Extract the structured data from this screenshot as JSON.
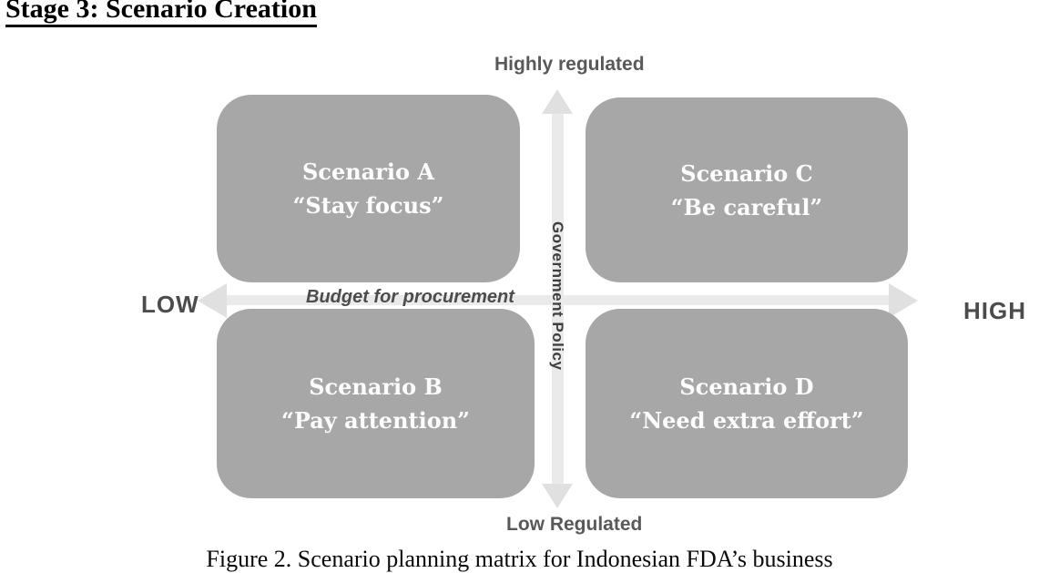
{
  "page": {
    "title": "Stage 3: Scenario Creation",
    "caption": "Figure 2. Scenario planning matrix for Indonesian FDA’s business"
  },
  "matrix": {
    "axis": {
      "top_label": "Highly regulated",
      "bottom_label": "Low Regulated",
      "left_label": "LOW",
      "right_label": "HIGH",
      "horizontal_title": "Budget for procurement",
      "vertical_title": "Government Policy"
    },
    "quadrants": [
      {
        "id": "A",
        "position": "top-left",
        "name": "Scenario A",
        "tagline": "“Stay focus”"
      },
      {
        "id": "C",
        "position": "top-right",
        "name": "Scenario C",
        "tagline": "“Be careful”"
      },
      {
        "id": "B",
        "position": "bottom-left",
        "name": "Scenario B",
        "tagline": "“Pay attention”"
      },
      {
        "id": "D",
        "position": "bottom-right",
        "name": "Scenario D",
        "tagline": "“Need extra effort”"
      }
    ],
    "colors": {
      "quadrant_fill": "#a7a7a7",
      "quadrant_text": "#fdfdfd",
      "arrow_shaft": "#eaeaea",
      "arrow_head": "#e0e0e0",
      "axis_label_text": "#595959",
      "title_text": "#000000"
    }
  }
}
